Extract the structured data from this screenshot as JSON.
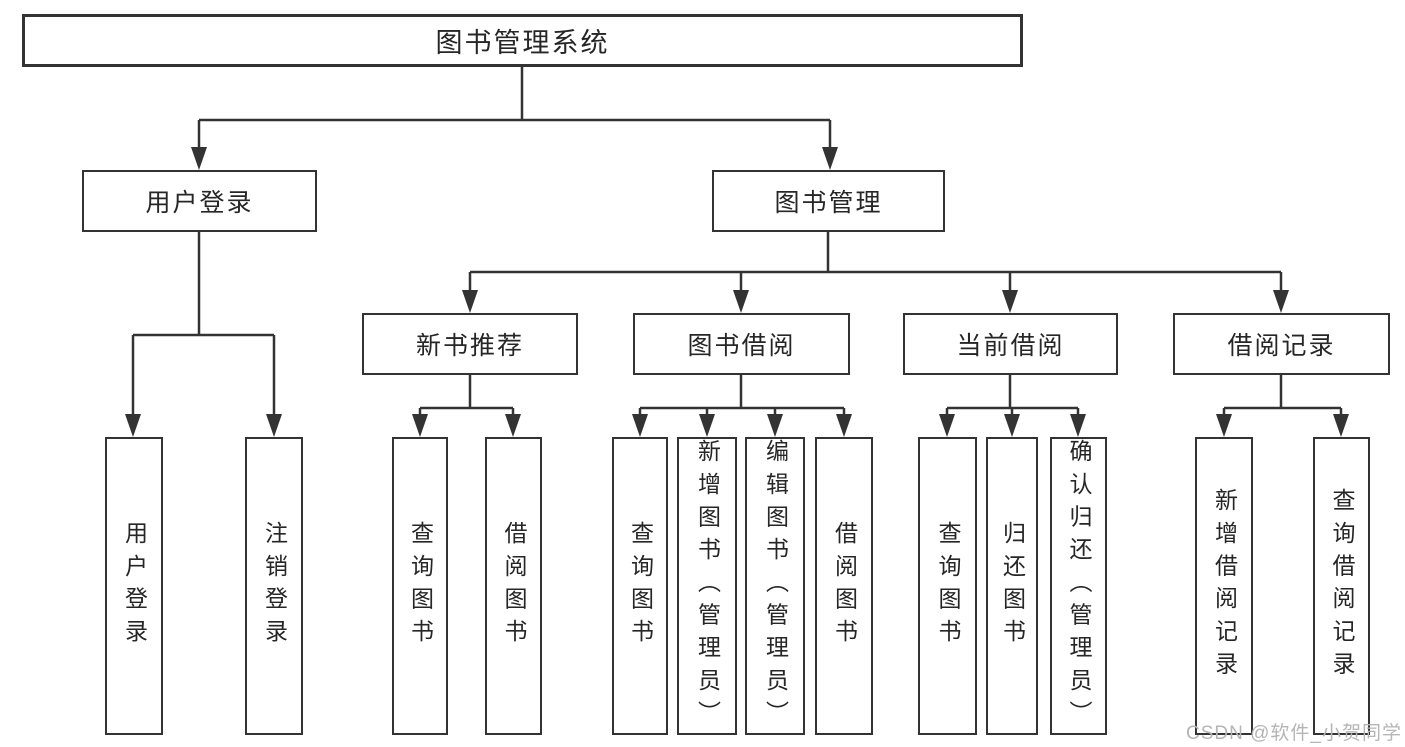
{
  "diagram": {
    "root": {
      "label": "图书管理系统"
    },
    "branches": [
      {
        "label": "用户登录",
        "children": [
          {
            "label": "用户登录"
          },
          {
            "label": "注销登录"
          }
        ]
      },
      {
        "label": "图书管理",
        "children": [
          {
            "label": "新书推荐",
            "children": [
              {
                "label": "查询图书"
              },
              {
                "label": "借阅图书"
              }
            ]
          },
          {
            "label": "图书借阅",
            "children": [
              {
                "label": "查询图书"
              },
              {
                "label": "新增图书（管理员）"
              },
              {
                "label": "编辑图书（管理员）"
              },
              {
                "label": "借阅图书"
              }
            ]
          },
          {
            "label": "当前借阅",
            "children": [
              {
                "label": "查询图书"
              },
              {
                "label": "归还图书"
              },
              {
                "label": "确认归还（管理员）"
              }
            ]
          },
          {
            "label": "借阅记录",
            "children": [
              {
                "label": "新增借阅记录"
              },
              {
                "label": "查询借阅记录"
              }
            ]
          }
        ]
      }
    ]
  },
  "watermark": {
    "text": "CSDN @软件_小贺同学"
  },
  "colors": {
    "line": "#333333",
    "box_border": "#333333",
    "box_fill": "#ffffff",
    "text": "#262626",
    "watermark": "#b5b5b5",
    "background": "#ffffff"
  }
}
